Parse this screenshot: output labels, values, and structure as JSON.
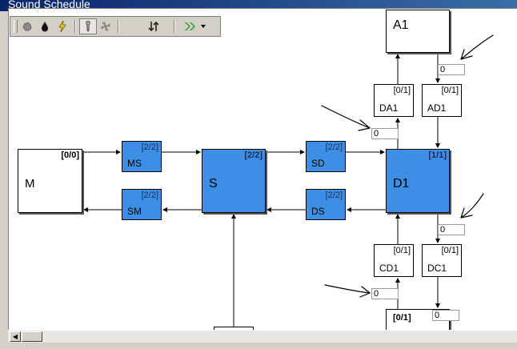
{
  "window": {
    "title": "Sound Schedule"
  },
  "toolbar": {
    "buttons": [
      {
        "name": "hand-icon"
      },
      {
        "name": "drop-icon"
      },
      {
        "name": "lightning-icon"
      },
      {
        "name": "wrench-icon",
        "pressed": true
      },
      {
        "name": "fan-icon"
      },
      {
        "name": "sort-arrows-icon"
      },
      {
        "name": "double-chevron-icon"
      }
    ]
  },
  "nodes": {
    "A1": {
      "label": "A1",
      "count": ""
    },
    "DA1": {
      "label": "DA1",
      "count": "[0/1]"
    },
    "AD1": {
      "label": "AD1",
      "count": "[0/1]"
    },
    "M": {
      "label": "M",
      "count": "[0/0]"
    },
    "MS": {
      "label": "MS",
      "count": "[2/2]"
    },
    "SM": {
      "label": "SM",
      "count": "[2/2]"
    },
    "S": {
      "label": "S",
      "count": "[2/2]"
    },
    "SD": {
      "label": "SD",
      "count": "[2/2]"
    },
    "DS": {
      "label": "DS",
      "count": "[2/2]"
    },
    "D1": {
      "label": "D1",
      "count": "[1/1]"
    },
    "CD1": {
      "label": "CD1",
      "count": "[0/1]"
    },
    "DC1": {
      "label": "DC1",
      "count": "[0/1]"
    },
    "bottom": {
      "label": "",
      "count": "[0/1]"
    },
    "lower_left": {
      "label": "",
      "count": ""
    }
  },
  "inputs": {
    "in1": "0",
    "in2": "0",
    "in3": "0",
    "in4": "0",
    "in5": "0"
  },
  "colors": {
    "module_blue": "#3d8fe6",
    "titlebar": "#0a246a"
  }
}
